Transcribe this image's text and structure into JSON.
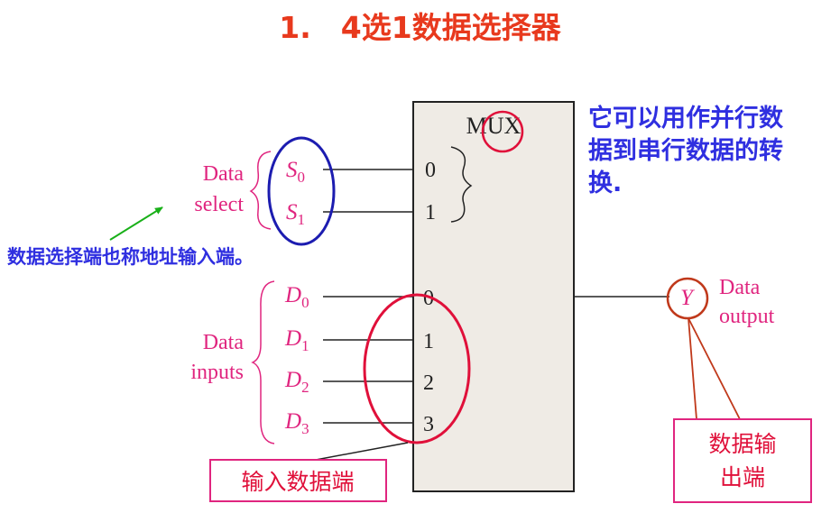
{
  "title": "1.　4选1数据选择器",
  "mux": {
    "label": "MUX",
    "select_pin_labels": [
      "0",
      "1"
    ],
    "data_pin_labels": [
      "0",
      "1",
      "2",
      "3"
    ]
  },
  "select": {
    "group_label_line1": "Data",
    "group_label_line2": "select",
    "signals": [
      {
        "base": "S",
        "sub": "0"
      },
      {
        "base": "S",
        "sub": "1"
      }
    ]
  },
  "inputs": {
    "group_label_line1": "Data",
    "group_label_line2": "inputs",
    "signals": [
      {
        "base": "D",
        "sub": "0"
      },
      {
        "base": "D",
        "sub": "1"
      },
      {
        "base": "D",
        "sub": "2"
      },
      {
        "base": "D",
        "sub": "3"
      }
    ]
  },
  "output": {
    "signal": "Y",
    "label_line1": "Data",
    "label_line2": "output"
  },
  "annotations": {
    "parallel_to_serial": [
      "它可以用作并行数",
      "据到串行数据的转",
      "换."
    ],
    "select_note": "数据选择端也称地址输入端。",
    "data_input_box": "输入数据端",
    "data_output_box": [
      "数据输",
      "出端"
    ]
  },
  "colors": {
    "title": "#e8391d",
    "signal_pink": "#e0257f",
    "annotation_blue": "#2f2fe0",
    "select_circle": "#1c1cb0",
    "highlight_red": "#e0103a",
    "output_circle": "#c0391b",
    "arrow_green": "#19b019",
    "box_fill": "#efebe5"
  }
}
